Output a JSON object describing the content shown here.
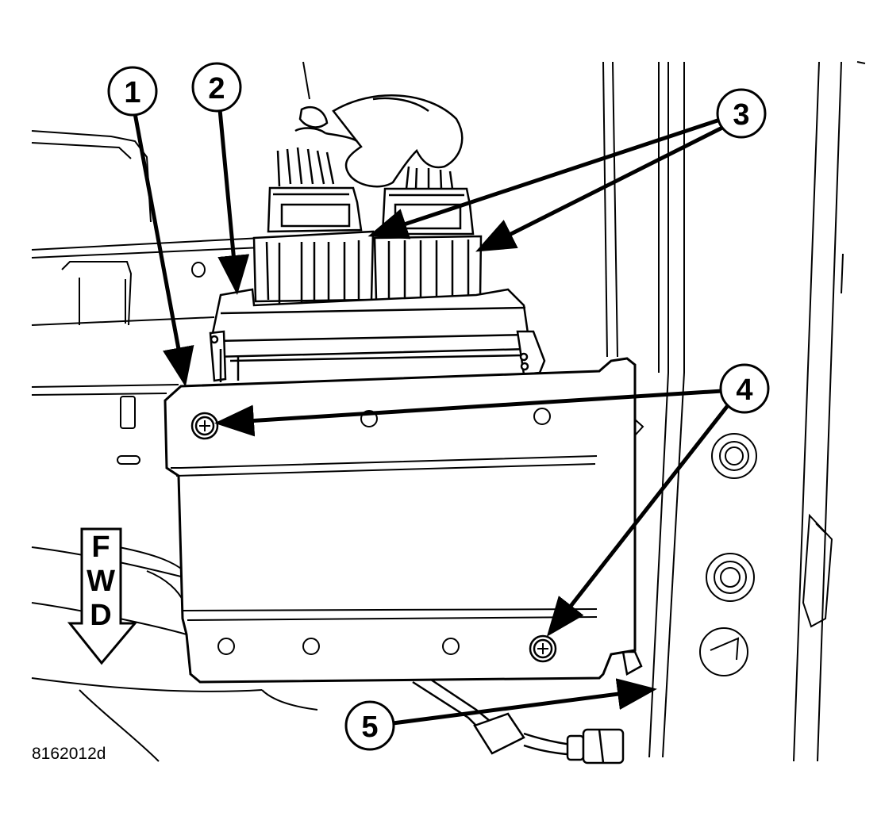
{
  "figure_id": "8162012d",
  "direction_indicator": {
    "letters": [
      "F",
      "W",
      "D"
    ]
  },
  "callouts": [
    {
      "id": "callout-1",
      "label": "1"
    },
    {
      "id": "callout-2",
      "label": "2"
    },
    {
      "id": "callout-3",
      "label": "3"
    },
    {
      "id": "callout-4",
      "label": "4"
    },
    {
      "id": "callout-5",
      "label": "5"
    }
  ]
}
